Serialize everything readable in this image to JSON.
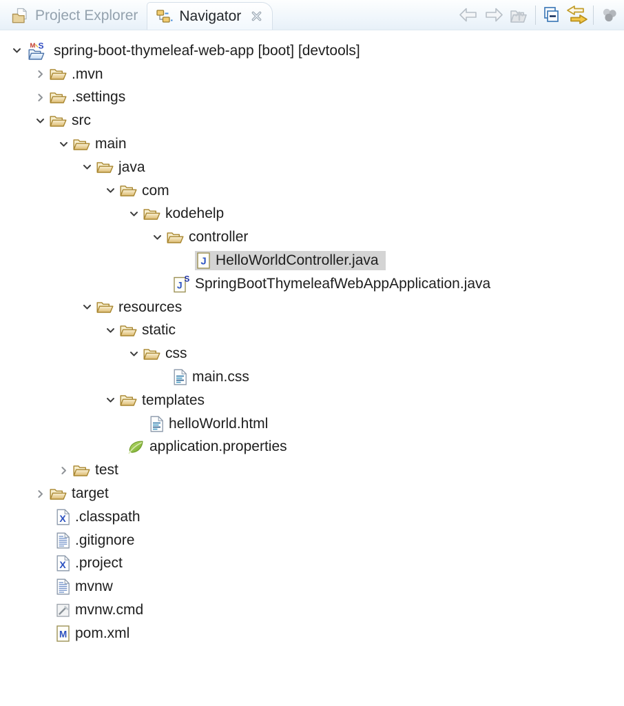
{
  "tabs": {
    "project_explorer": {
      "label": "Project Explorer",
      "active": false,
      "icon": "project-explorer"
    },
    "navigator": {
      "label": "Navigator",
      "active": true,
      "icon": "navigator",
      "closable": true
    }
  },
  "toolbar": {
    "items": [
      "back",
      "forward",
      "up",
      "separator",
      "collapse-all",
      "link-with-editor",
      "separator",
      "view-menu"
    ]
  },
  "colors": {
    "selection_bg": "#d4d4d4",
    "folder_tan": "#e2c176",
    "folder_outline": "#a8862f",
    "accent_blue": "#3f7ab8",
    "link_yellow": "#f0c34a",
    "spring_green": "#76b82a",
    "java_blue": "#3157c4",
    "tab_inactive_text": "#94a2ae",
    "tab_bar_bg": "#e9f1f9"
  },
  "tree": {
    "rows": [
      {
        "depth": 0,
        "icon": "project",
        "state": "expanded",
        "label": "spring-boot-thymeleaf-web-app [boot] [devtools]"
      },
      {
        "depth": 1,
        "icon": "folder",
        "state": "collapsed",
        "label": ".mvn"
      },
      {
        "depth": 1,
        "icon": "folder",
        "state": "collapsed",
        "label": ".settings"
      },
      {
        "depth": 1,
        "icon": "folder",
        "state": "expanded",
        "label": "src"
      },
      {
        "depth": 2,
        "icon": "folder",
        "state": "expanded",
        "label": "main"
      },
      {
        "depth": 3,
        "icon": "folder",
        "state": "expanded",
        "label": "java"
      },
      {
        "depth": 4,
        "icon": "folder",
        "state": "expanded",
        "label": "com"
      },
      {
        "depth": 5,
        "icon": "folder",
        "state": "expanded",
        "label": "kodehelp"
      },
      {
        "depth": 6,
        "icon": "folder",
        "state": "expanded",
        "label": "controller"
      },
      {
        "depth": 7,
        "icon": "java-file",
        "state": "leaf",
        "label": "HelloWorldController.java",
        "selected": true
      },
      {
        "depth": 6,
        "icon": "java-boot-file",
        "state": "leaf",
        "label": "SpringBootThymeleafWebAppApplication.java"
      },
      {
        "depth": 3,
        "icon": "folder",
        "state": "expanded",
        "label": "resources"
      },
      {
        "depth": 4,
        "icon": "folder",
        "state": "expanded",
        "label": "static"
      },
      {
        "depth": 5,
        "icon": "folder",
        "state": "expanded",
        "label": "css"
      },
      {
        "depth": 6,
        "icon": "web-file",
        "state": "leaf",
        "label": "main.css"
      },
      {
        "depth": 4,
        "icon": "folder",
        "state": "expanded",
        "label": "templates"
      },
      {
        "depth": 5,
        "icon": "web-file",
        "state": "leaf",
        "label": "helloWorld.html"
      },
      {
        "depth": 4,
        "icon": "spring-leaf",
        "state": "leaf",
        "label": "application.properties"
      },
      {
        "depth": 2,
        "icon": "folder",
        "state": "collapsed",
        "label": "test"
      },
      {
        "depth": 1,
        "icon": "folder",
        "state": "collapsed",
        "label": "target"
      },
      {
        "depth": 1,
        "icon": "xml-file",
        "state": "leaf",
        "label": ".classpath"
      },
      {
        "depth": 1,
        "icon": "text-file",
        "state": "leaf",
        "label": ".gitignore"
      },
      {
        "depth": 1,
        "icon": "xml-file",
        "state": "leaf",
        "label": ".project"
      },
      {
        "depth": 1,
        "icon": "text-file",
        "state": "leaf",
        "label": "mvnw"
      },
      {
        "depth": 1,
        "icon": "cmd-file",
        "state": "leaf",
        "label": "mvnw.cmd"
      },
      {
        "depth": 1,
        "icon": "pom-file",
        "state": "leaf",
        "label": "pom.xml"
      }
    ]
  }
}
